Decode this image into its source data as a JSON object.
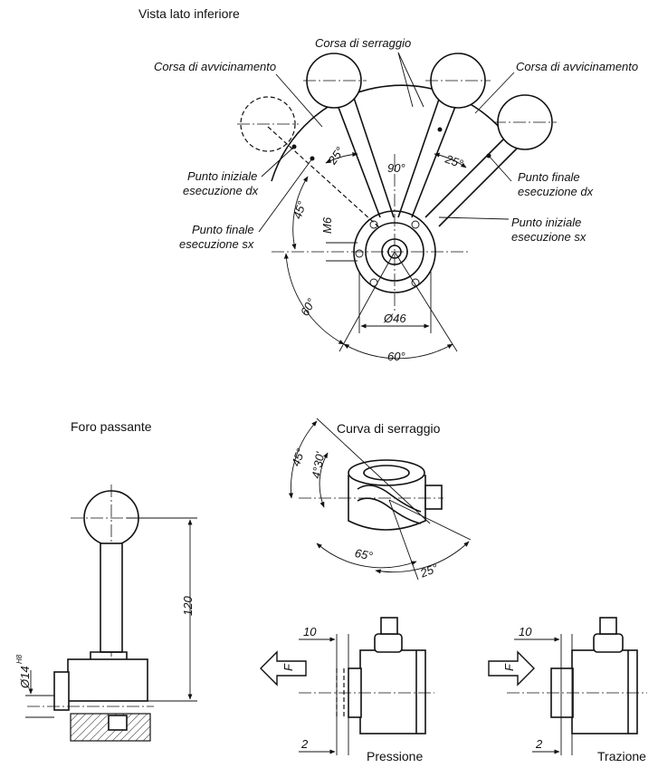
{
  "views": {
    "bottom_view": {
      "title": "Vista lato inferiore",
      "labels": {
        "clamp_stroke": "Corsa di serraggio",
        "approach_left": "Corsa di avvicinamento",
        "approach_right": "Corsa di avvicinamento",
        "start_dx_l1": "Punto iniziale",
        "start_dx_l2": "esecuzione dx",
        "end_sx_l1": "Punto finale",
        "end_sx_l2": "esecuzione sx",
        "end_dx_l1": "Punto finale",
        "end_dx_l2": "esecuzione dx",
        "start_sx_l1": "Punto iniziale",
        "start_sx_l2": "esecuzione sx"
      },
      "dimensions": {
        "angle_top": "90°",
        "angle_left_25": "25°",
        "angle_right_25": "25°",
        "angle_45": "45°",
        "thread": "M6",
        "diameter": "Ø46",
        "angle_60_left": "60°",
        "angle_60_bottom": "60°"
      }
    },
    "through_hole": {
      "title": "Foro passante",
      "dimensions": {
        "height": "120",
        "bore": "Ø14",
        "bore_tol": "H8"
      }
    },
    "clamp_curve": {
      "title": "Curva di serraggio",
      "dimensions": {
        "a45": "45°",
        "a4_30": "4°30'",
        "a65": "65°",
        "a25": "25°"
      }
    },
    "pressure": {
      "title": "Pressione",
      "force": "F",
      "dimensions": {
        "d10": "10",
        "d2": "2"
      }
    },
    "traction": {
      "title": "Trazione",
      "force": "F",
      "dimensions": {
        "d10": "10",
        "d2": "2"
      }
    }
  }
}
